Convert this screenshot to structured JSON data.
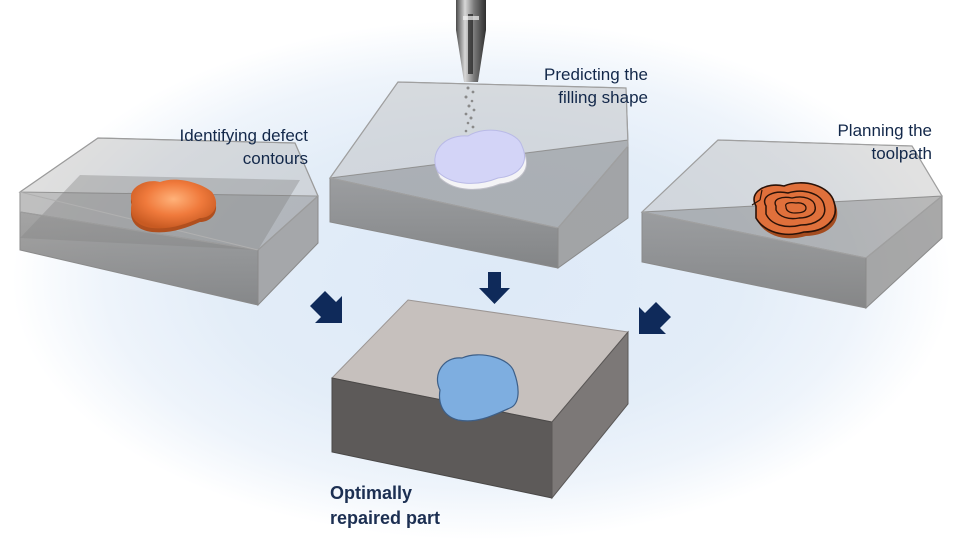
{
  "labels": {
    "step1": "Identifying defect\ncontours",
    "step2": "Predicting the\nfilling shape",
    "step3": "Planning the\ntoolpath",
    "result": "Optimally\nrepaired part"
  },
  "colors": {
    "background_glow": "#dde9f7",
    "defect_orange": "#f07a3c",
    "fill_lavender": "#d3d4f7",
    "toolpath_orange": "#e0703b",
    "repaired_blue": "#7eaee0",
    "arrow_navy": "#0f2a5a",
    "block_gray": "#c4bebb"
  }
}
